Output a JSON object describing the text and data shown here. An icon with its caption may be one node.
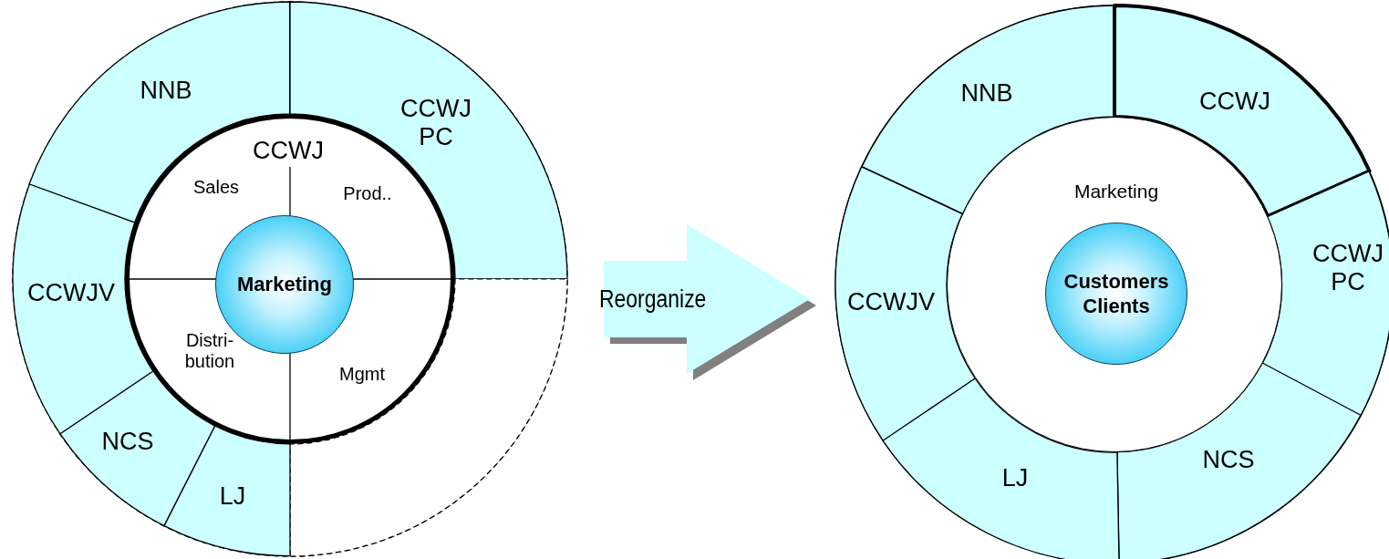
{
  "diagram": {
    "nodes": [
      {
        "text": [],
        "shape": "circle"
      },
      {
        "text": [
          "NNB"
        ],
        "in": 0
      },
      {
        "text": [
          "CCWJ PC"
        ],
        "in": 0
      },
      {
        "text": [],
        "shape": "segment",
        "in": 0
      },
      {
        "text": [
          "CCWJV"
        ],
        "in": 0
      },
      {
        "text": [
          "NCS"
        ],
        "in": 0
      },
      {
        "text": [
          "LJ"
        ],
        "in": 0
      },
      {
        "text": [
          "CCWJ"
        ],
        "in": 0
      },
      {
        "text": [
          "Sales"
        ],
        "in": 7
      },
      {
        "text": [
          "Prod.."
        ],
        "in": 7
      },
      {
        "text": [
          "Distri- bution"
        ],
        "in": 7
      },
      {
        "text": [
          "Mgmt"
        ],
        "in": 7
      },
      {
        "text": [
          "Marketing"
        ],
        "in": 7
      },
      {
        "text": [],
        "shape": "circle"
      },
      {
        "text": [
          "NNB"
        ],
        "in": 13
      },
      {
        "text": [
          "CCWJ"
        ],
        "in": 13
      },
      {
        "text": [
          "CCWJ PC"
        ],
        "in": 13
      },
      {
        "text": [
          "CCWJV"
        ],
        "in": 13
      },
      {
        "text": [
          "NCS"
        ],
        "in": 13
      },
      {
        "text": [
          "LJ"
        ],
        "in": 13
      },
      {
        "text": [
          "Marketing"
        ],
        "in": 13
      },
      {
        "text": [
          "Customers Clients"
        ],
        "in": 20
      }
    ],
    "edges": [
      {
        "from": 0,
        "to": 13,
        "arrow": "to",
        "label": "Reorganize"
      }
    ]
  }
}
